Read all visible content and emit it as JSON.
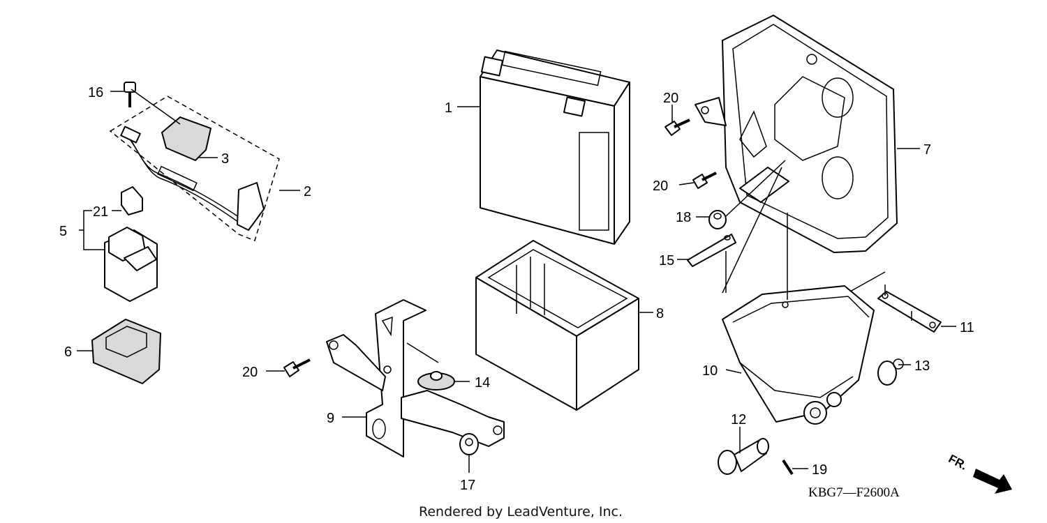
{
  "diagram": {
    "callouts": {
      "c1": "1",
      "c2": "2",
      "c3": "3",
      "c5": "5",
      "c6": "6",
      "c7": "7",
      "c8": "8",
      "c9": "9",
      "c10": "10",
      "c11": "11",
      "c12": "12",
      "c13": "13",
      "c14": "14",
      "c15": "15",
      "c16": "16",
      "c17": "17",
      "c18": "18",
      "c19": "19",
      "c20a": "20",
      "c20b": "20",
      "c20c": "20",
      "c21": "21"
    },
    "diagram_code": "KBG7—F2600A",
    "front_label": "FR.",
    "credit": "Rendered by LeadVenture, Inc."
  }
}
